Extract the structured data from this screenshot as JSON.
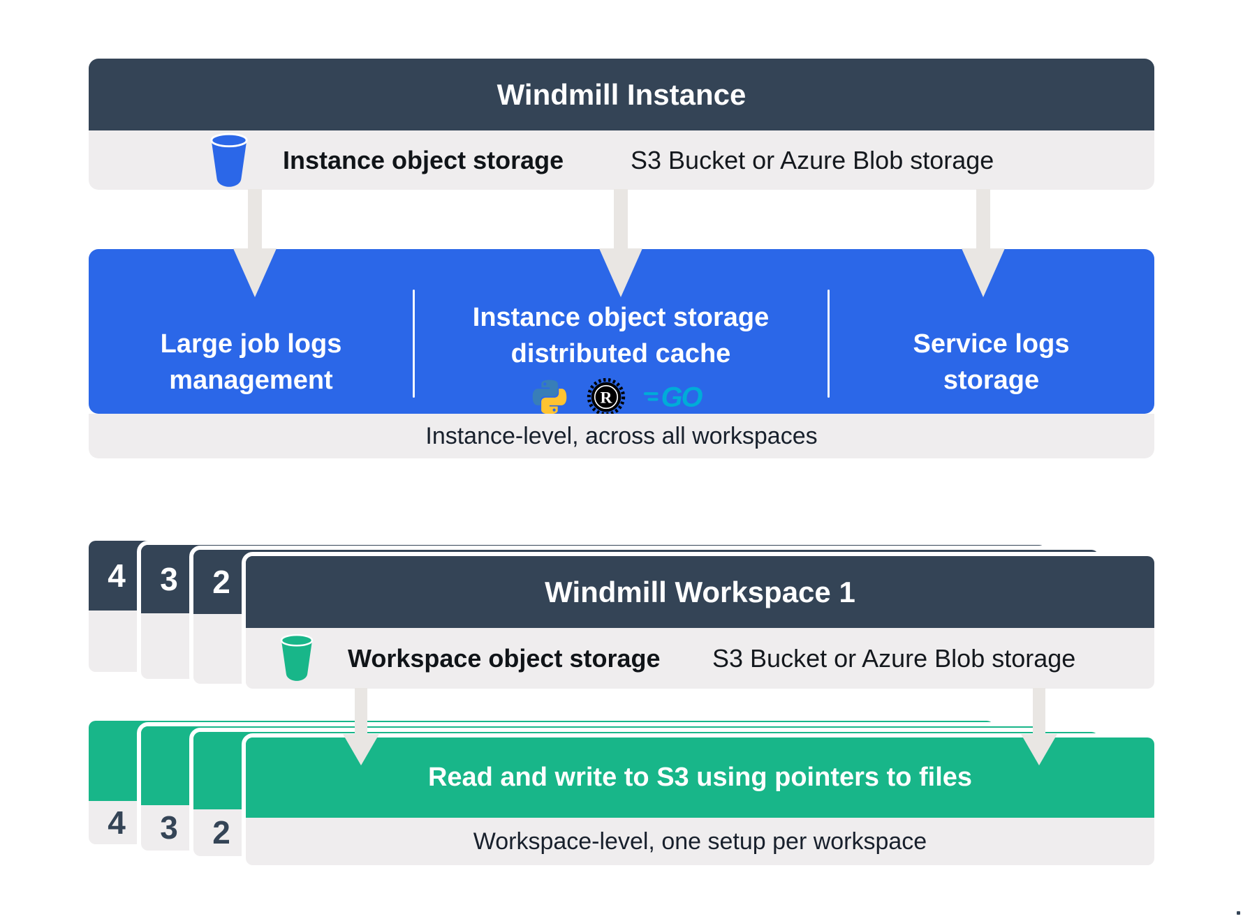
{
  "colors": {
    "navy": "#344456",
    "blue": "#2B67E8",
    "green": "#18B689",
    "panel": "#EFEDEE",
    "arrow": "#E9E6E3",
    "python_blue": "#387EB8",
    "python_yellow": "#FFC331",
    "rust_black": "#000000",
    "go_teal": "#00ACD8"
  },
  "instance_card": {
    "title": "Windmill Instance",
    "storage_label": "Instance object storage",
    "storage_note": "S3 Bucket or Azure Blob storage"
  },
  "instance_box": {
    "columns": [
      {
        "line1": "Large job logs",
        "line2": "management"
      },
      {
        "line1": "Instance object storage",
        "line2": "distributed cache"
      },
      {
        "line1": "Service logs",
        "line2": "storage"
      }
    ],
    "languages": [
      "Python",
      "Rust",
      "Go"
    ],
    "footer": "Instance-level, across all workspaces"
  },
  "workspace_stack": {
    "sheet_numbers": [
      "4",
      "3",
      "2"
    ],
    "title": "Windmill Workspace 1",
    "storage_label": "Workspace object storage",
    "storage_note": "S3 Bucket or Azure Blob storage"
  },
  "green_stack": {
    "sheet_numbers": [
      "4",
      "3",
      "2"
    ],
    "title": "Read and write to S3 using pointers to files",
    "footer": "Workspace-level, one setup per workspace"
  }
}
